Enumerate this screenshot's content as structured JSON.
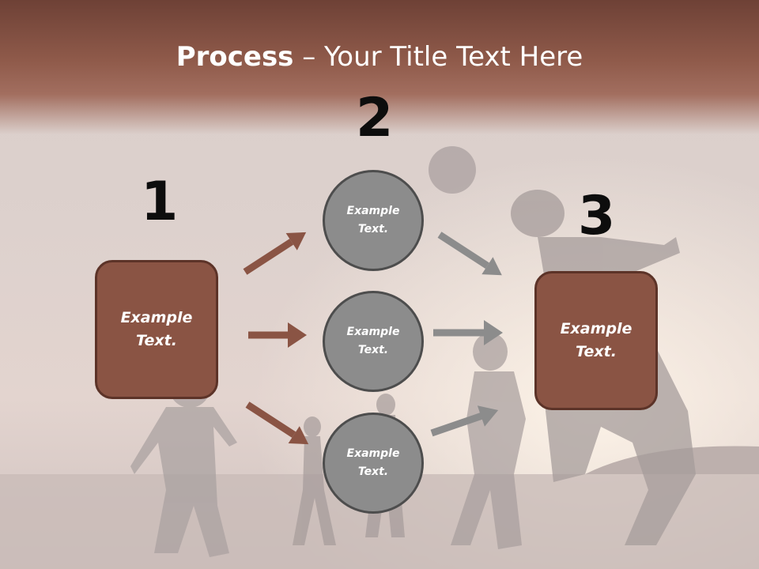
{
  "title": {
    "bold": "Process",
    "rest": " – Your Title Text Here"
  },
  "steps": [
    {
      "number": "1",
      "text": "Example\nText."
    },
    {
      "number": "2",
      "items": [
        "Example\nText.",
        "Example\nText.",
        "Example\nText."
      ]
    },
    {
      "number": "3",
      "text": "Example\nText."
    }
  ],
  "colors": {
    "box_fill": "#8a5444",
    "box_border": "#5c3328",
    "circle_fill": "#8c8c8c",
    "circle_border": "#4d4d4d",
    "arrow_left": "#8a5444",
    "arrow_right": "#8c8c8c",
    "header": "#8f5a4a"
  }
}
